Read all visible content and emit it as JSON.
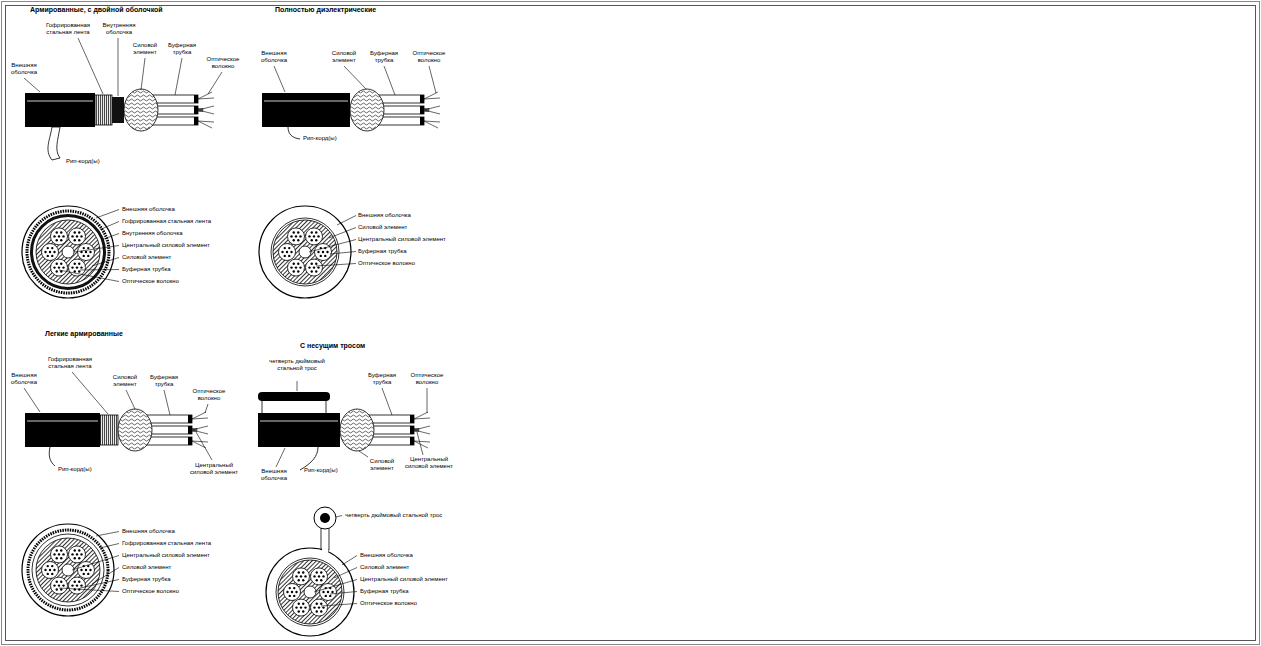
{
  "diagram": {
    "labels": [
      "Армированные, с двойной оболочкой",
      "Внешняя оболочка",
      "Гофрированная стальная лента",
      "Внутренняя оболочка",
      "Силовой элемент",
      "Буферная трубка",
      "Оптическое волокно",
      "Рип-корд(ы)",
      "Внешняя оболочка",
      "Гофрированная стальная лента",
      "Внутренняя оболочка",
      "Центральный силовой элемент",
      "Силовой элемент",
      "Буферная трубка",
      "Оптическое волокно",
      "Полностью диэлектрические",
      "Внешняя оболочка",
      "Силовой элемент",
      "Буферная трубка",
      "Оптическое волокно",
      "Рип-корд(ы)",
      "Внешняя оболочка",
      "Силовой элемент",
      "Центральный силовой элемент",
      "Буферная трубка",
      "Оптическое волокно",
      "Легкие армированные",
      "Внешняя оболочка",
      "Гофрированная стальная лента",
      "Силовой элемент",
      "Буферная трубка",
      "Оптическое волокно",
      "Центральный силовой элемент",
      "Рип-корд(ы)",
      "Внешняя оболочка",
      "Гофрированная стальная лента",
      "Центральный силовой элемент",
      "Силовой элемент",
      "Буферная трубка",
      "Оптическое волокно",
      "С несущим тросом",
      "четверть дюймовый стальной трос",
      "Буферная трубка",
      "Оптическое волокно",
      "Силовой элемент",
      "Внешняя оболочка",
      "Рип-корд(ы)",
      "Центральный силовой элемент",
      "четверть дюймовый стальной трос",
      "Внешняя оболочка",
      "Силовой элемент",
      "Центральный силовой элемент",
      "Буферная трубка",
      "Оптическое волокно"
    ]
  }
}
